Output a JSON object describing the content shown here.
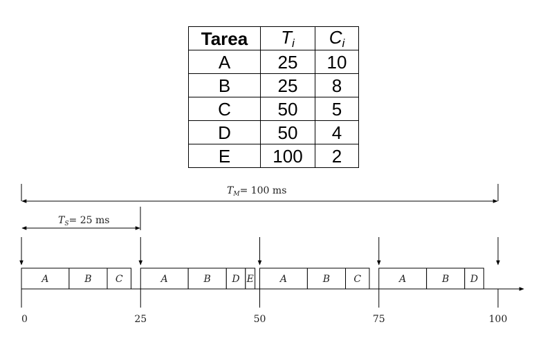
{
  "table": {
    "headers": [
      {
        "main": "Tarea",
        "sub": ""
      },
      {
        "main": "T",
        "sub": "i"
      },
      {
        "main": "C",
        "sub": "i"
      }
    ],
    "rows": [
      [
        "A",
        "25",
        "10"
      ],
      [
        "B",
        "25",
        "8"
      ],
      [
        "C",
        "50",
        "5"
      ],
      [
        "D",
        "50",
        "4"
      ],
      [
        "E",
        "100",
        "2"
      ]
    ]
  },
  "timeline": {
    "major_cycle": {
      "symbol": "T",
      "sub": "M",
      "text": "= 100 ms"
    },
    "minor_cycle": {
      "symbol": "T",
      "sub": "S",
      "text": "= 25 ms"
    },
    "ticks": [
      "0",
      "25",
      "50",
      "75",
      "100"
    ],
    "tick_times": [
      0,
      25,
      50,
      75,
      100
    ],
    "minor_cycles": [
      [
        "A",
        "B",
        "C"
      ],
      [
        "A",
        "B",
        "D",
        "E"
      ],
      [
        "A",
        "B",
        "C"
      ],
      [
        "A",
        "B",
        "D"
      ]
    ]
  }
}
